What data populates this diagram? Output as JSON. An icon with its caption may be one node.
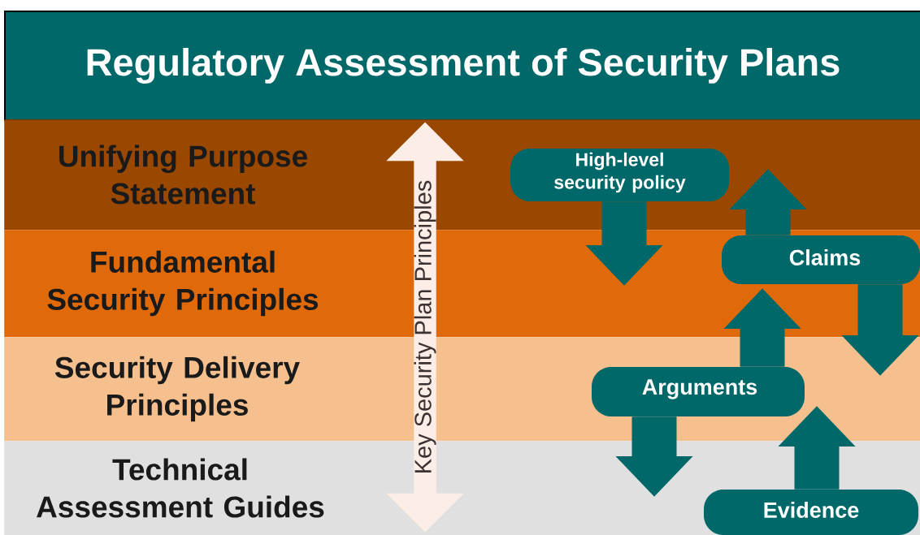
{
  "diagram": {
    "title": "Regulatory Assessment of Security Plans",
    "nodes": [
      {
        "text": [
          "Unifying Purpose Statement"
        ]
      },
      {
        "text": [
          "Fundamental Security Principles"
        ]
      },
      {
        "text": [
          "Security Delivery Principles"
        ]
      },
      {
        "text": [
          "Technical Assessment Guides"
        ]
      },
      {
        "text": [
          "Key Security Plan Principles"
        ]
      },
      {
        "text": [
          "High-level security policy"
        ],
        "in": 0
      },
      {
        "text": [
          "Claims"
        ],
        "in": 1
      },
      {
        "text": [
          "Arguments"
        ],
        "in": 2
      },
      {
        "text": [
          "Evidence"
        ],
        "in": 3
      }
    ],
    "edges": [
      {
        "from": 5,
        "to": 1,
        "arrow": "to"
      },
      {
        "from": 6,
        "to": 5,
        "arrow": "to"
      },
      {
        "from": 6,
        "to": 2,
        "arrow": "to"
      },
      {
        "from": 7,
        "to": 1,
        "arrow": "to"
      },
      {
        "from": 7,
        "to": 3,
        "arrow": "to"
      },
      {
        "from": 8,
        "to": 7,
        "arrow": "to"
      }
    ]
  }
}
